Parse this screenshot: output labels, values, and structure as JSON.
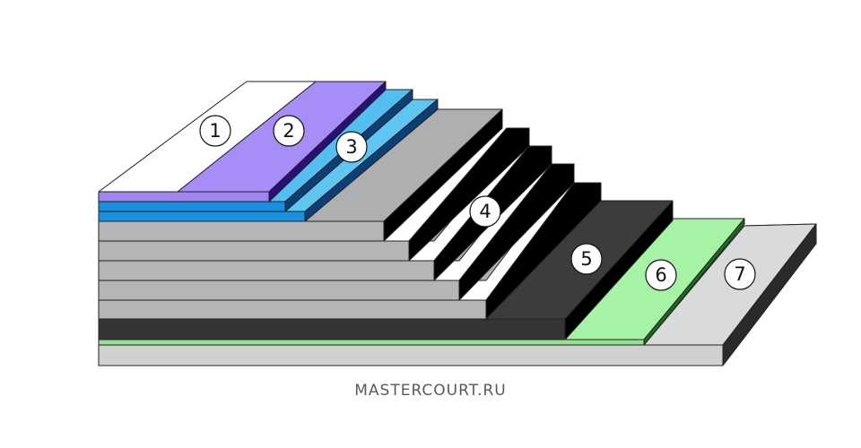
{
  "layers": [
    {
      "label": "1",
      "name": "white-top-layer",
      "color": "#ffffff"
    },
    {
      "label": "2",
      "name": "purple-layer",
      "color": "#a98df7"
    },
    {
      "label": "3",
      "name": "blue-layers",
      "color": "#55c2f0"
    },
    {
      "label": "4",
      "name": "gray-layers",
      "color": "#aeb0b2"
    },
    {
      "label": "5",
      "name": "black-layer",
      "color": "#3a3b3a"
    },
    {
      "label": "6",
      "name": "green-layer",
      "color": "#a8f5a8"
    },
    {
      "label": "7",
      "name": "base-layer",
      "color": "#d8d9d9"
    }
  ],
  "caption": "MASTERCOURT.RU"
}
